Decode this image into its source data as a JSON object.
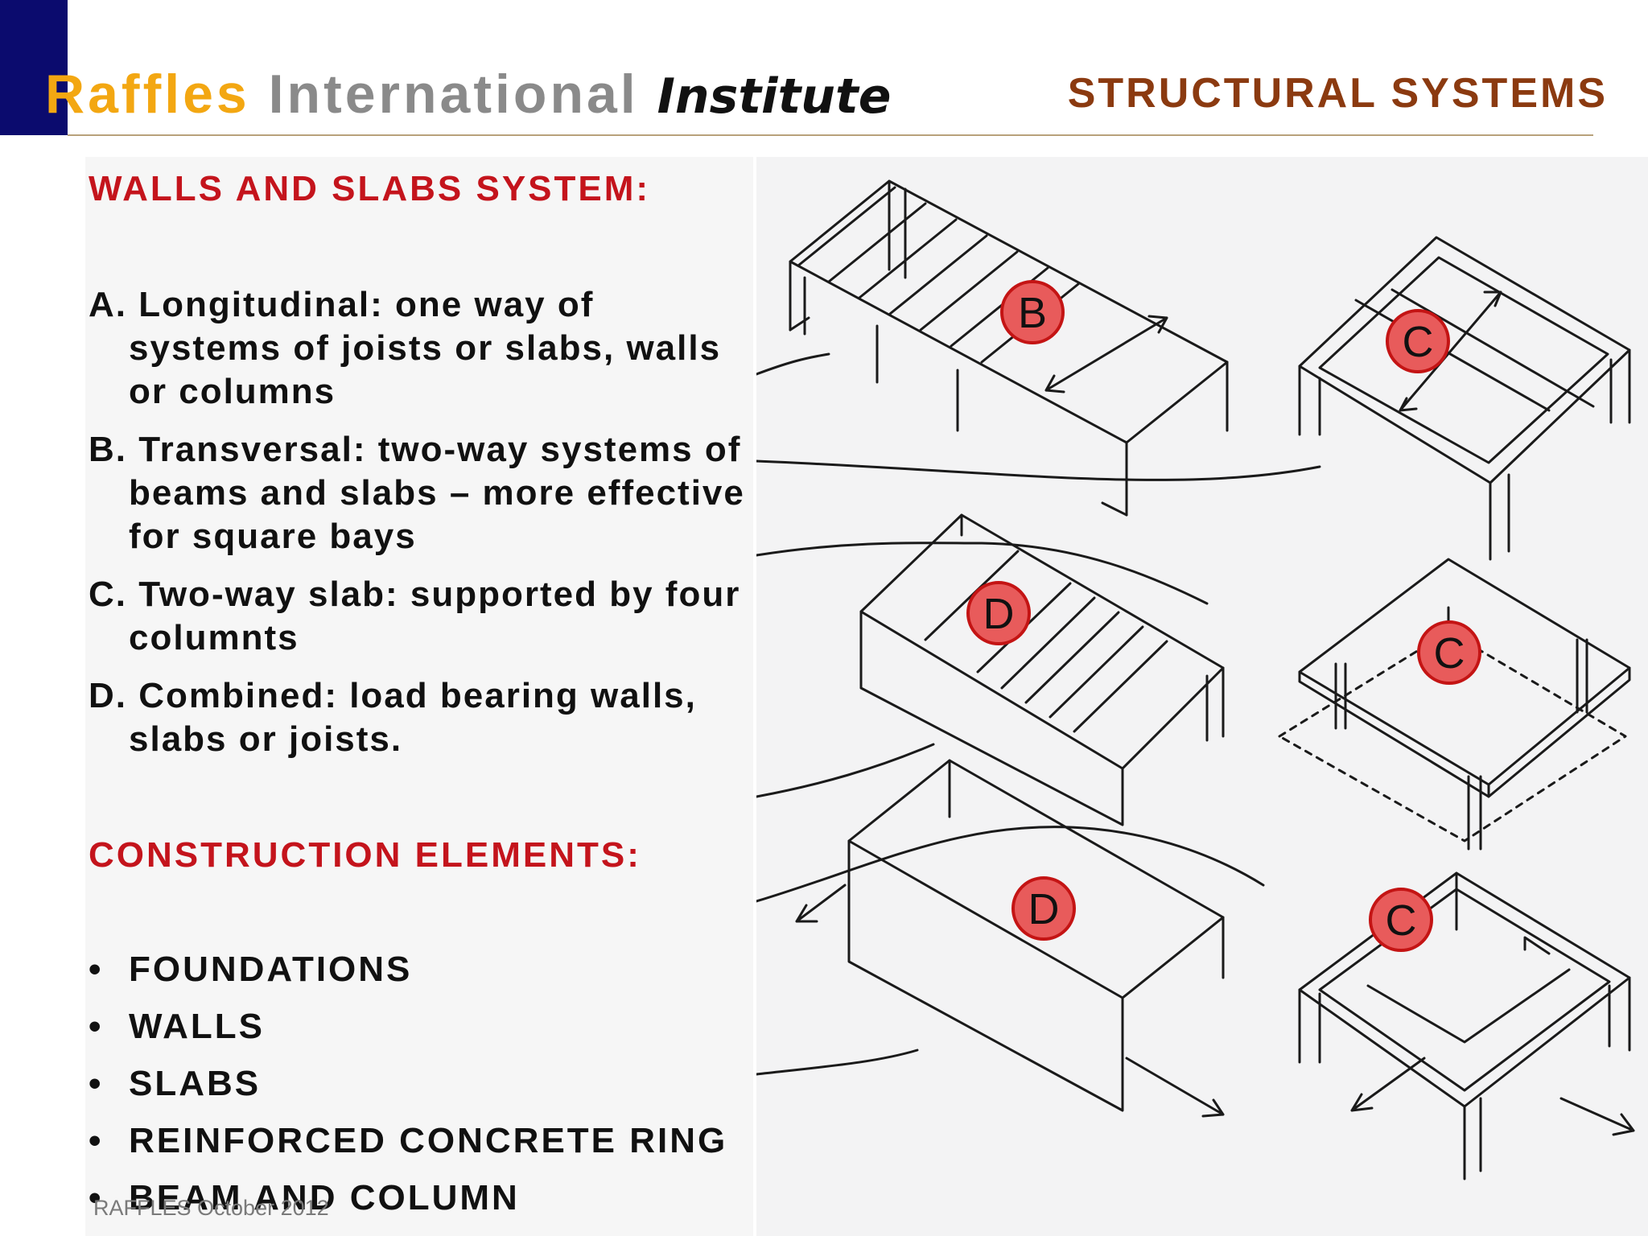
{
  "header": {
    "brand_first": "R",
    "brand_rest": "affles",
    "brand_international": "International",
    "brand_institute": "Institute",
    "slide_title": "STRUCTURAL SYSTEMS",
    "corner_color": "#0b0b6e",
    "brand_accent": "#f3a712"
  },
  "section1": {
    "heading": "WALLS AND SLABS SYSTEM:",
    "items": [
      "A. Longitudinal: one way of systems of joists or slabs, walls or columns",
      "B. Transversal: two-way systems of beams and slabs – more effective for square bays",
      "C. Two-way slab: supported by four columnts",
      "D. Combined: load bearing walls, slabs or joists."
    ]
  },
  "section2": {
    "heading": "CONSTRUCTION ELEMENTS:",
    "bullet": "•",
    "items": [
      "FOUNDATIONS",
      "WALLS",
      "SLABS",
      "REINFORCED CONCRETE RING",
      "BEAM AND COLUMN"
    ]
  },
  "footer": {
    "text": "RAFFLES October 2012"
  },
  "diagram": {
    "markers": [
      "B",
      "C",
      "D",
      "C",
      "D",
      "C"
    ],
    "marker_color": "#e85b5b"
  }
}
